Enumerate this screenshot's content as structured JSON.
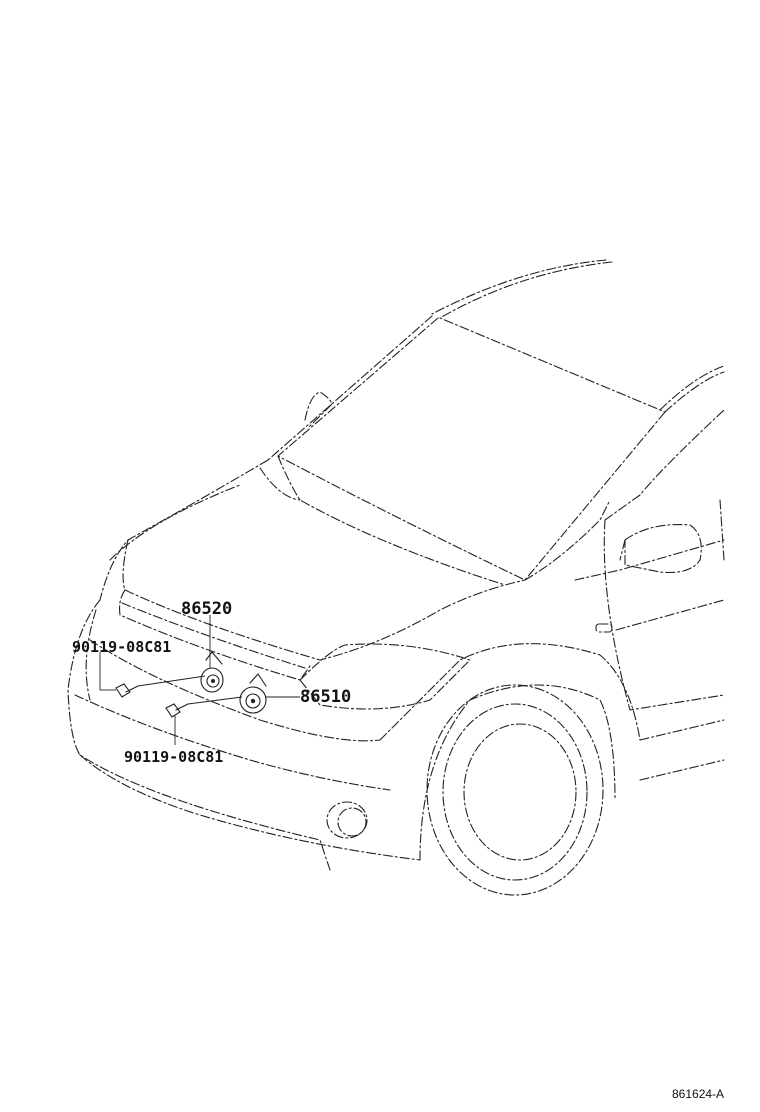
{
  "callouts": {
    "horn_high": "86520",
    "horn_low": "86510",
    "bolt_upper": "90119-08C81",
    "bolt_lower": "90119-08C81"
  },
  "figure_ref": "861624-A"
}
